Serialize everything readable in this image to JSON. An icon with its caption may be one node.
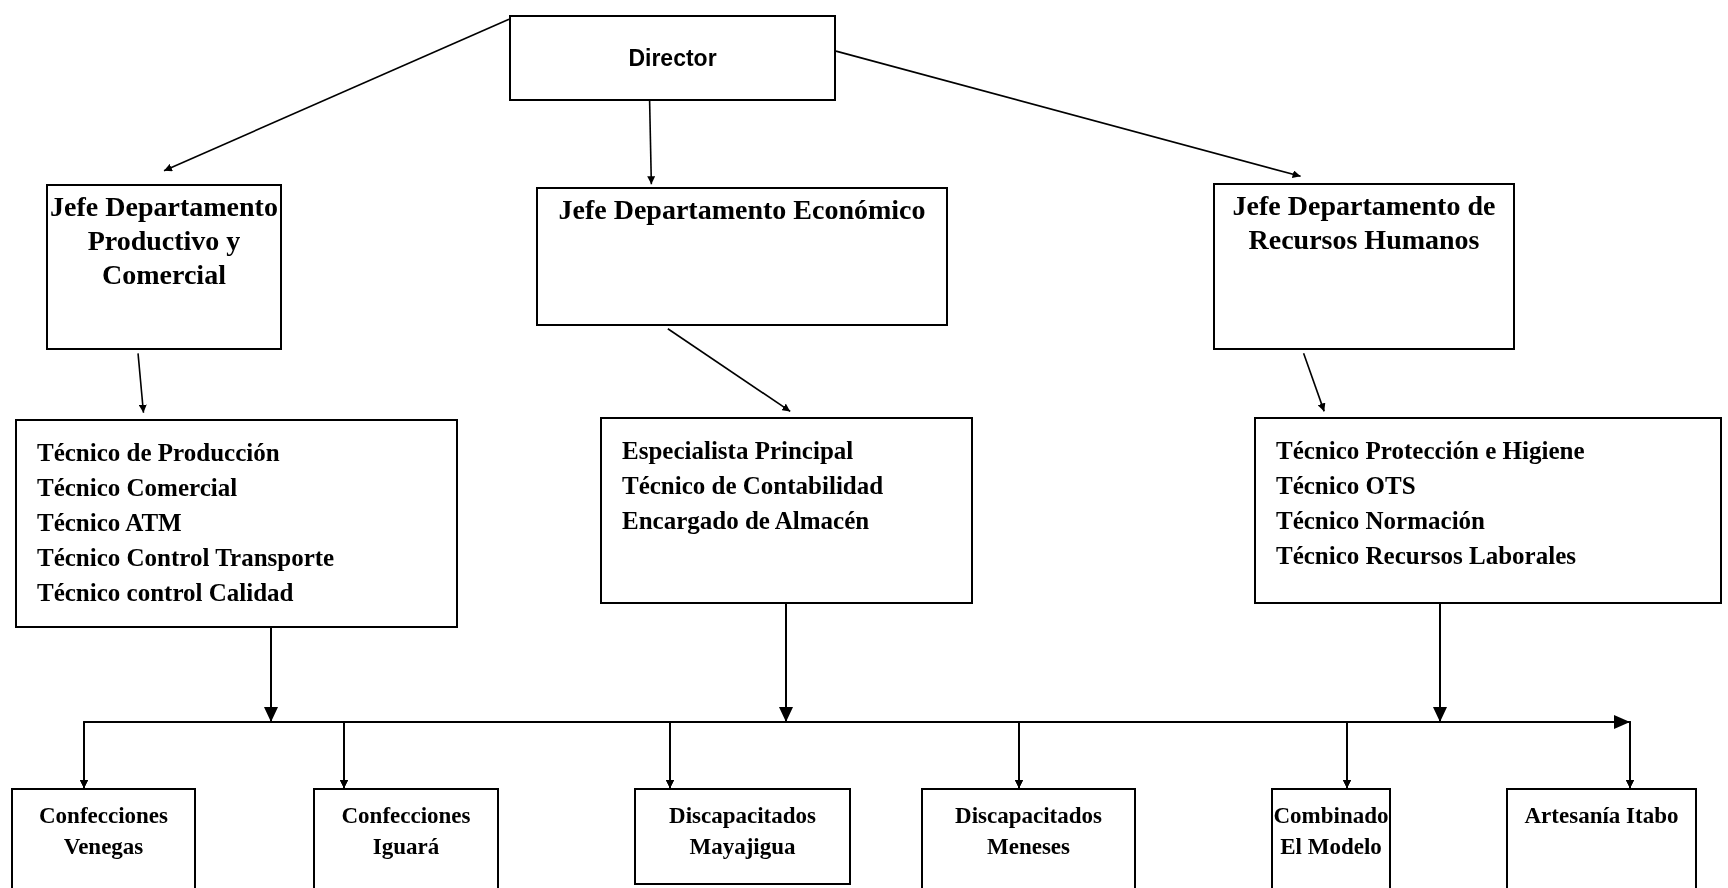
{
  "diagram": {
    "nodes": [
      {
        "text": [
          "Director"
        ]
      },
      {
        "text": [
          "Jefe Departamento Productivo y Comercial"
        ]
      },
      {
        "text": [
          "Jefe Departamento Económico"
        ]
      },
      {
        "text": [
          "Jefe Departamento de Recursos Humanos"
        ]
      },
      {
        "text": [
          "Técnico de Producción",
          "Técnico Comercial",
          "Técnico ATM",
          "Técnico Control Transporte",
          "Técnico control Calidad"
        ]
      },
      {
        "text": [
          "Especialista Principal",
          "Técnico de Contabilidad",
          "Encargado de Almacén"
        ]
      },
      {
        "text": [
          "Técnico Protección e Higiene",
          "Técnico OTS",
          "Técnico Normación",
          "Técnico Recursos Laborales"
        ]
      },
      {
        "text": [
          "Confecciones Venegas"
        ]
      },
      {
        "text": [
          "Confecciones Iguará"
        ]
      },
      {
        "text": [
          "Discapacitados Mayajigua"
        ]
      },
      {
        "text": [
          "Discapacitados Meneses"
        ]
      },
      {
        "text": [
          "Combinado El Modelo"
        ]
      },
      {
        "text": [
          "Artesanía Itabo"
        ]
      }
    ],
    "edges": [
      {
        "from": 0,
        "to": 1,
        "arrow": "to"
      },
      {
        "from": 0,
        "to": 2,
        "arrow": "to"
      },
      {
        "from": 0,
        "to": 3,
        "arrow": "to"
      },
      {
        "from": 1,
        "to": 4,
        "arrow": "to"
      },
      {
        "from": 2,
        "to": 5,
        "arrow": "to"
      },
      {
        "from": 3,
        "to": 6,
        "arrow": "to"
      },
      {
        "from": 4,
        "to": 7,
        "arrow": "to"
      },
      {
        "from": 4,
        "to": 8,
        "arrow": "to"
      },
      {
        "from": 4,
        "to": 9,
        "arrow": "to"
      },
      {
        "from": 4,
        "to": 10,
        "arrow": "to"
      },
      {
        "from": 4,
        "to": 11,
        "arrow": "to"
      },
      {
        "from": 4,
        "to": 12,
        "arrow": "to"
      },
      {
        "from": 5,
        "to": 7,
        "arrow": "to"
      },
      {
        "from": 5,
        "to": 8,
        "arrow": "to"
      },
      {
        "from": 5,
        "to": 9,
        "arrow": "to"
      },
      {
        "from": 5,
        "to": 10,
        "arrow": "to"
      },
      {
        "from": 5,
        "to": 11,
        "arrow": "to"
      },
      {
        "from": 5,
        "to": 12,
        "arrow": "to"
      },
      {
        "from": 6,
        "to": 7,
        "arrow": "to"
      },
      {
        "from": 6,
        "to": 8,
        "arrow": "to"
      },
      {
        "from": 6,
        "to": 9,
        "arrow": "to"
      },
      {
        "from": 6,
        "to": 10,
        "arrow": "to"
      },
      {
        "from": 6,
        "to": 11,
        "arrow": "to"
      },
      {
        "from": 6,
        "to": 12,
        "arrow": "to"
      }
    ]
  }
}
